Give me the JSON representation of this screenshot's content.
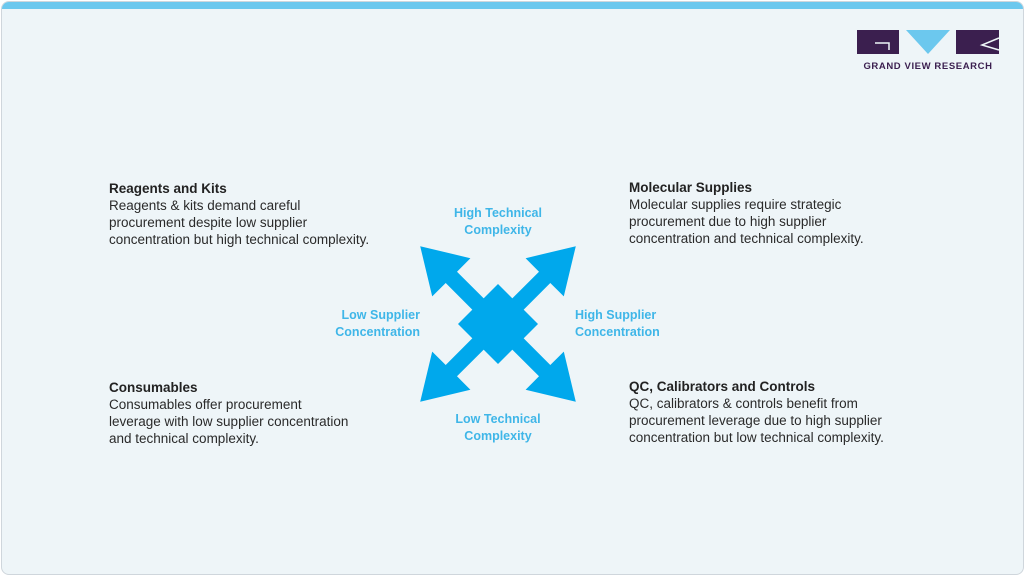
{
  "brand": {
    "name": "GRAND VIEW RESEARCH",
    "colors": {
      "purple": "#3b1f4f",
      "accent": "#6cc8ee"
    }
  },
  "quadrants": {
    "top_left": {
      "title": "Reagents and Kits",
      "lines": [
        "Reagents & kits demand careful",
        "procurement despite low supplier",
        "concentration but high technical complexity."
      ]
    },
    "top_right": {
      "title": "Molecular Supplies",
      "lines": [
        "Molecular supplies require strategic",
        "procurement due to high supplier",
        "concentration and technical complexity."
      ]
    },
    "bottom_left": {
      "title": "Consumables",
      "lines": [
        "Consumables offer procurement",
        "leverage with low supplier concentration",
        "and technical complexity."
      ]
    },
    "bottom_right": {
      "title": "QC, Calibrators and Controls",
      "lines": [
        "QC, calibrators & controls benefit from",
        "procurement leverage due to high supplier",
        "concentration but low technical complexity."
      ]
    }
  },
  "axes": {
    "top": [
      "High Technical",
      "Complexity"
    ],
    "bottom": [
      "Low Technical",
      "Complexity"
    ],
    "left": [
      "Low Supplier",
      "Concentration"
    ],
    "right": [
      "High Supplier",
      "Concentration"
    ],
    "arrow_color": "#00a8ec"
  }
}
